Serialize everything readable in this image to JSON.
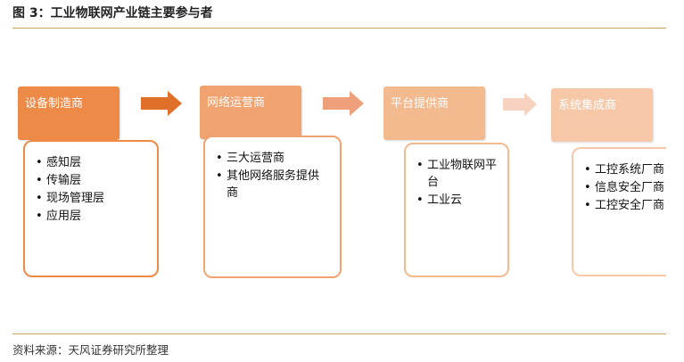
{
  "figure": {
    "title": "图 3：工业物联网产业链主要参与者",
    "source": "资料来源：天风证券研究所整理"
  },
  "colors": {
    "rule": "#c8a25a",
    "stage1": "#ed8a47",
    "stage2": "#f0a26f",
    "stage3": "#f3b98f",
    "stage4": "#f6c8a8",
    "arrow1": "#e06f2a",
    "arrow2": "#eea07c",
    "arrow3": "#f7d2c0"
  },
  "stages": [
    {
      "label": "设备制造商",
      "items": [
        "感知层",
        "传输层",
        "现场管理层",
        "应用层"
      ]
    },
    {
      "label": "网络运营商",
      "items": [
        "三大运营商",
        "其他网络服务提供商"
      ]
    },
    {
      "label": "平台提供商",
      "items": [
        "工业物联网平台",
        "工业云"
      ]
    },
    {
      "label": "系统集成商",
      "items": [
        "工控系统厂商",
        "信息安全厂商",
        "工控安全厂商"
      ]
    }
  ]
}
